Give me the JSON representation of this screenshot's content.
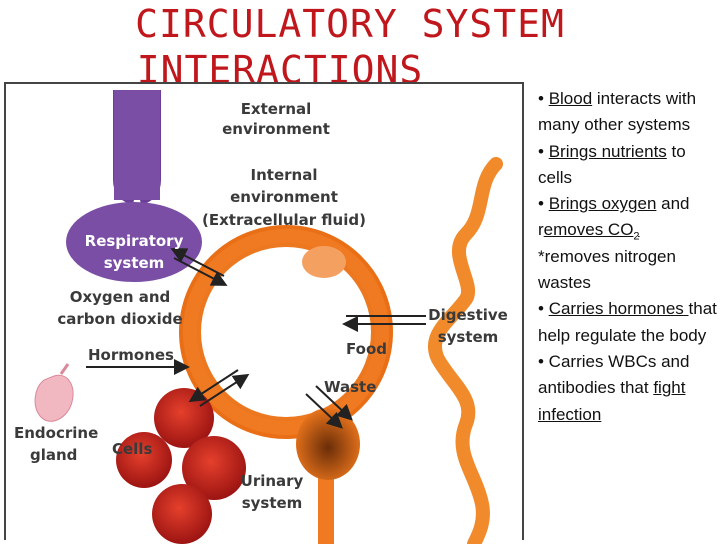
{
  "title": {
    "line1": "CIRCULATORY SYSTEM",
    "line2": "INTERACTIONS"
  },
  "diagram": {
    "labels": {
      "external": [
        "External",
        "environment"
      ],
      "internal": [
        "Internal",
        "environment",
        "(Extracellular fluid)"
      ],
      "respiratory": [
        "Respiratory",
        "system"
      ],
      "oxygen": [
        "Oxygen and",
        "carbon dioxide"
      ],
      "hormones": "Hormones",
      "digestive": [
        "Digestive",
        "system"
      ],
      "food": "Food",
      "waste": "Waste",
      "endocrine": [
        "Endocrine",
        "gland"
      ],
      "cells": "Cells",
      "urinary": [
        "Urinary",
        "system"
      ]
    },
    "colors": {
      "circulation": "#f07a22",
      "respiratory": "#7a4ea4",
      "cells": "#c8201e",
      "endocrine": "#f2b8c2"
    }
  },
  "bullets": {
    "b1_pre": "• ",
    "b1_u": "Blood",
    "b1_post": " interacts with many other systems",
    "b2_pre": "• ",
    "b2_u": "Brings nutrients",
    "b2_post": " to cells",
    "b3_pre": "• ",
    "b3_u1": "Brings oxygen",
    "b3_mid": " and r",
    "b3_u2": "emoves CO",
    "b3_sub": "2",
    "b4": "*removes nitrogen wastes",
    "b5_pre": "• ",
    "b5_u": "Carries hormones ",
    "b5_post": "that help regulate the body",
    "b6_pre": "• Carries WBCs and antibodies that ",
    "b6_u": "fight infection"
  }
}
